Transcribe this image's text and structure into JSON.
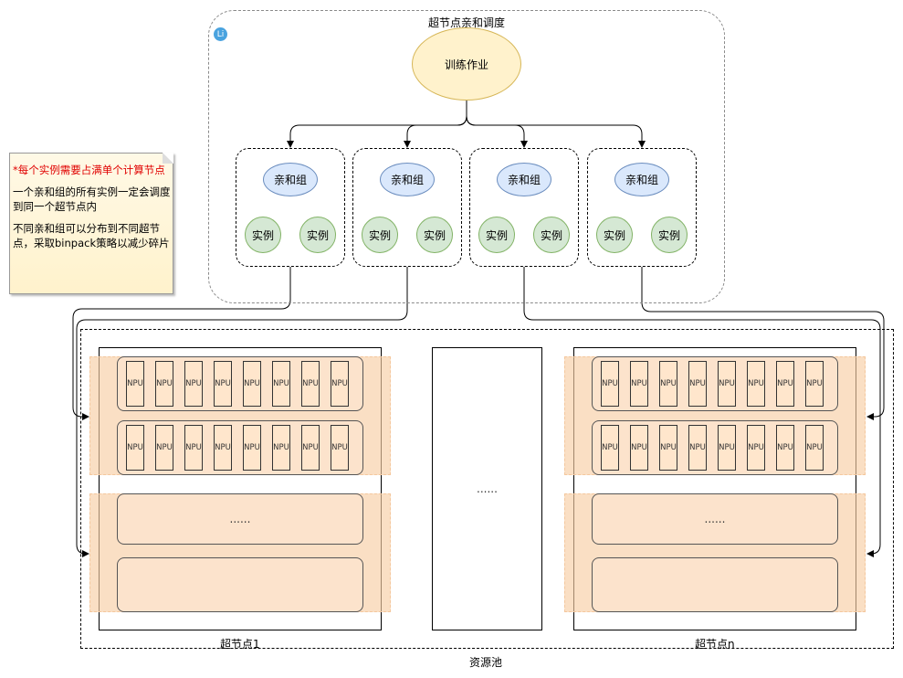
{
  "affinity_region": {
    "title": "超节点亲和调度",
    "badge": "Li"
  },
  "job": {
    "label": "训练作业"
  },
  "groups": [
    {
      "label": "亲和组",
      "instances": [
        "实例",
        "实例"
      ]
    },
    {
      "label": "亲和组",
      "instances": [
        "实例",
        "实例"
      ]
    },
    {
      "label": "亲和组",
      "instances": [
        "实例",
        "实例"
      ]
    },
    {
      "label": "亲和组",
      "instances": [
        "实例",
        "实例"
      ]
    }
  ],
  "note": {
    "line1": "*每个实例需要占满单个计算节点",
    "line2": "一个亲和组的所有实例一定会调度到同一个超节点内",
    "line3": "不同亲和组可以分布到不同超节点，采取binpack策略以减少碎片"
  },
  "pool": {
    "label": "资源池",
    "middle_ellipsis": "......",
    "npu_label": "NPU",
    "rack_ellipsis": "......",
    "nodes": [
      {
        "label": "超节点1"
      },
      {
        "label": "超节点n"
      }
    ]
  },
  "colors": {
    "job_fill": "#fff2cc",
    "job_stroke": "#d6b656",
    "group_fill": "#dae8fc",
    "group_stroke": "#6c8ebf",
    "instance_fill": "#d5e8d4",
    "instance_stroke": "#82b366",
    "band_fill": "#f8cea5",
    "note_red": "#e00000"
  }
}
